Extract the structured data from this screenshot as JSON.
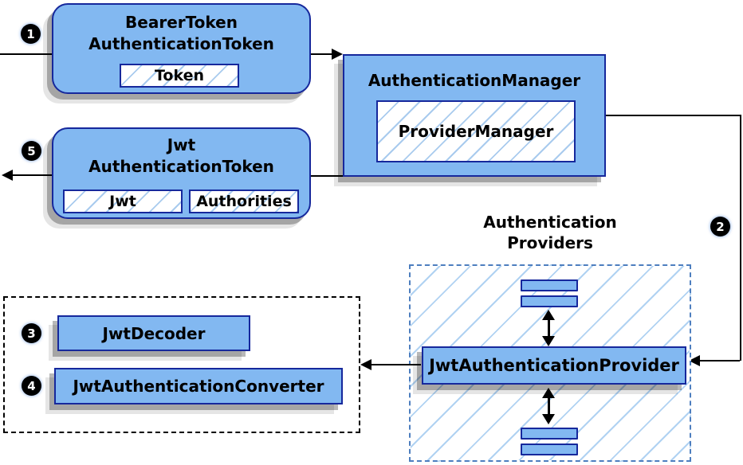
{
  "colors": {
    "box_fill": "#82b8f1",
    "box_border": "#16289c",
    "hatch_line": "#a9cbee",
    "container_hatch_line": "#b0d2f2",
    "dashed_blue_border": "#4d7ebf",
    "connector": "#000000",
    "badge_bg": "#000000",
    "badge_text": "#ffffff"
  },
  "steps": {
    "s1": "1",
    "s2": "2",
    "s3": "3",
    "s4": "4",
    "s5": "5"
  },
  "nodes": {
    "bearer_token": {
      "line1": "BearerToken",
      "line2": "AuthenticationToken",
      "field": "Token"
    },
    "auth_manager": {
      "title": "AuthenticationManager",
      "impl": "ProviderManager"
    },
    "jwt_token": {
      "line1": "Jwt",
      "line2": "AuthenticationToken",
      "field1": "Jwt",
      "field2": "Authorities"
    },
    "providers_group": {
      "label_line1": "Authentication",
      "label_line2": "Providers"
    },
    "jwt_provider": {
      "title": "JwtAuthenticationProvider"
    },
    "jwt_decoder": {
      "title": "JwtDecoder"
    },
    "jwt_converter": {
      "title": "JwtAuthenticationConverter"
    }
  }
}
